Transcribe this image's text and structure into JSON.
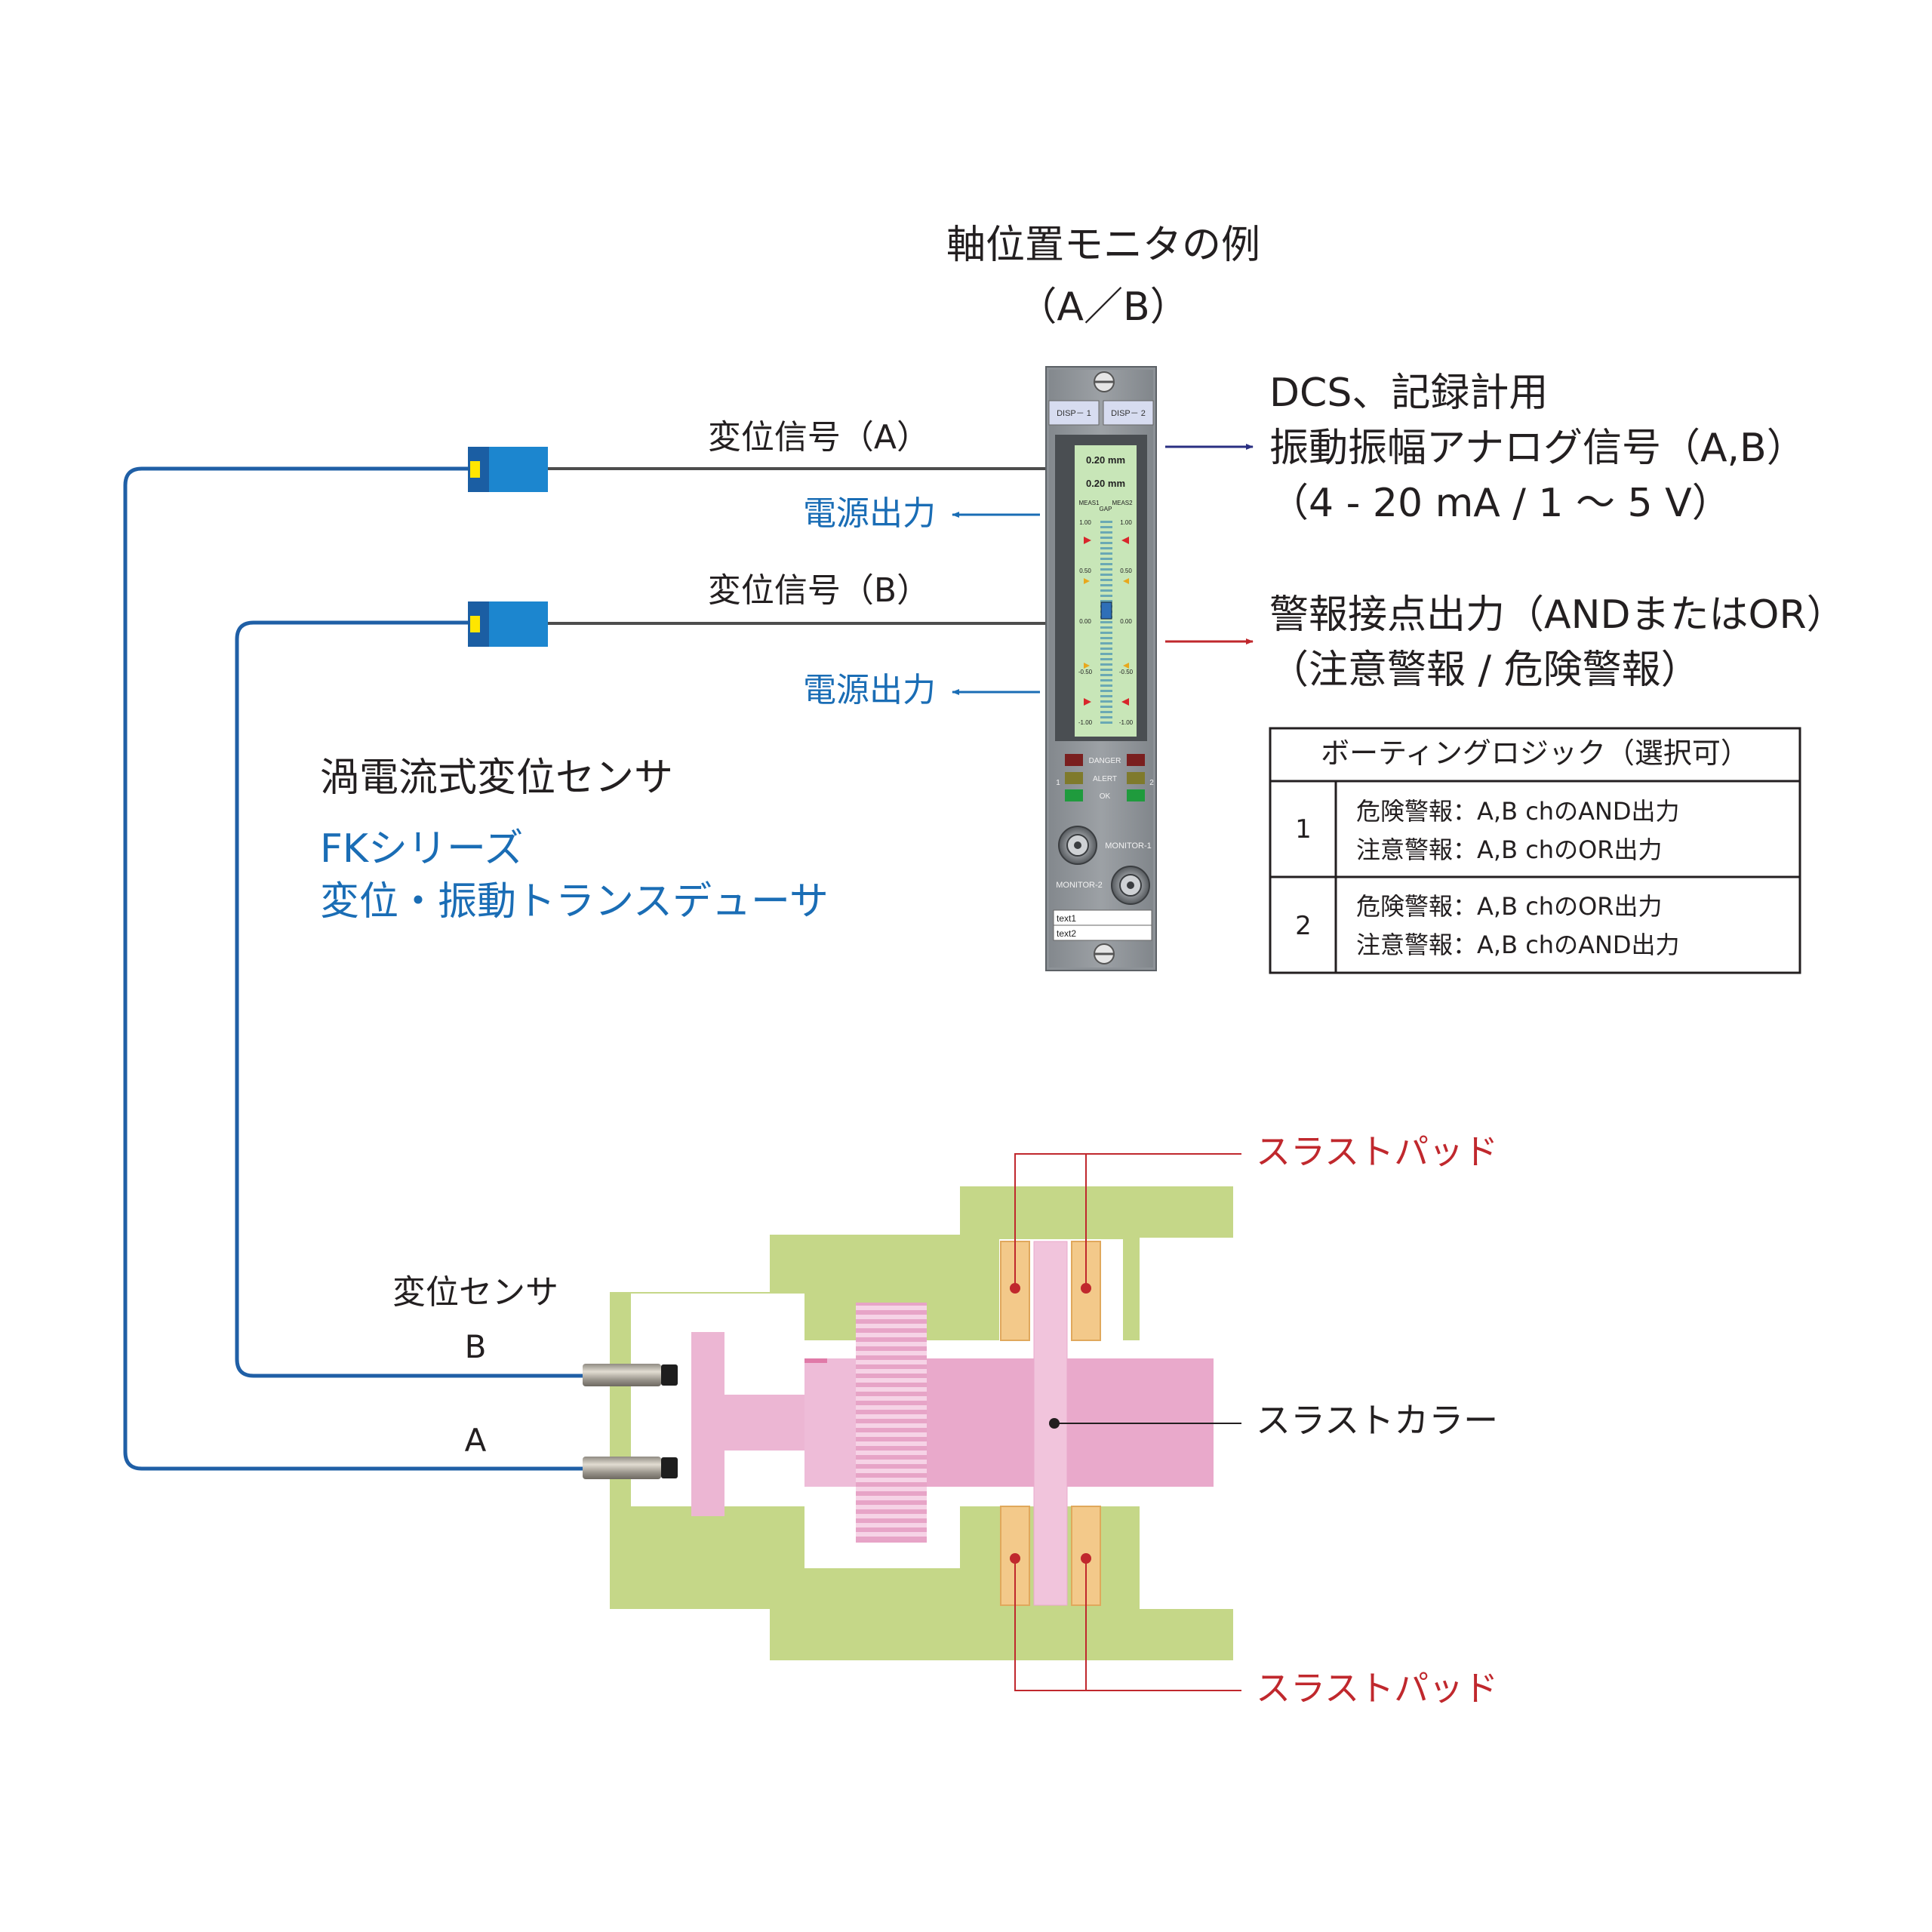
{
  "title": {
    "line1": "軸位置モニタの例",
    "line2": "（A／B）"
  },
  "channels": [
    {
      "signal_label": "変位信号（A）",
      "power_label": "電源出力"
    },
    {
      "signal_label": "変位信号（B）",
      "power_label": "電源出力"
    }
  ],
  "sensor_system": {
    "title": "渦電流式変位センサ",
    "series": "FKシリーズ",
    "subtitle": "変位・振動トランスデューサ"
  },
  "outputs": {
    "analog": {
      "line1": "DCS、記録計用",
      "line2": "振動振幅アナログ信号（A,B）",
      "line3": "（4 - 20 mA / 1 ～ 5 V）"
    },
    "alarm": {
      "line1": "警報接点出力（ANDまたはOR）",
      "line2": "（注意警報 / 危険警報）"
    }
  },
  "voting_table": {
    "header": "ボーティングロジック（選択可）",
    "rows": [
      {
        "num": "1",
        "line1": "危険警報：A,B chのAND出力",
        "line2": "注意警報：A,B chのOR出力"
      },
      {
        "num": "2",
        "line1": "危険警報：A,B chのOR出力",
        "line2": "注意警報：A,B chのAND出力"
      }
    ]
  },
  "monitor": {
    "disp_labels": [
      "DISP－ 1",
      "DISP－ 2"
    ],
    "reading1": "0.20 mm",
    "reading2": "0.20 mm",
    "meas1": "MEAS1",
    "meas2": "MEAS2",
    "gap": "GAP",
    "scale": [
      "1.00",
      "0.50",
      "0.00",
      "-0.50",
      "-1.00"
    ],
    "led_danger": "DANGER",
    "led_alert": "ALERT",
    "led_ok": "OK",
    "ch_left": "1",
    "ch_right": "2",
    "monitor1": "MONITOR-1",
    "monitor2": "MONITOR-2",
    "tag1": "text1",
    "tag2": "text2"
  },
  "machine": {
    "sensor_label": "変位センサ",
    "probe_b": "B",
    "probe_a": "A",
    "thrust_pad_top": "スラストパッド",
    "thrust_pad_bottom": "スラストパッド",
    "thrust_collar": "スラストカラー"
  },
  "colors": {
    "blue_text": "#1a6db5",
    "cable_blue": "#1f5fa6",
    "red_label": "#c0282d",
    "housing_green": "#c5d788",
    "shaft_pink": "#e9a9cb",
    "pad_orange": "#f3c98a",
    "lcd_green": "#c8e6b8",
    "arrow_navy": "#2a2f82"
  }
}
